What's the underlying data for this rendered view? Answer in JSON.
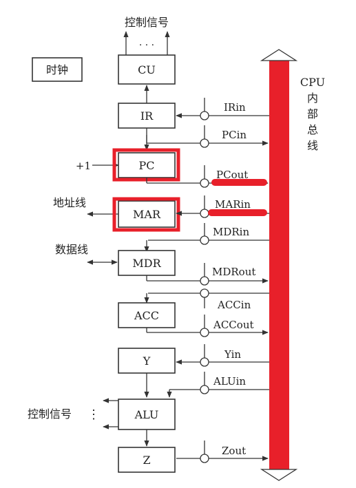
{
  "labels": {
    "ctrl_top": "控制信号",
    "ctrl_top_dots": "· · ·",
    "clock": "时钟",
    "plus_one": "+1",
    "addr_line": "地址线",
    "data_line": "数据线",
    "ctrl_left": "控制信号",
    "ctrl_left_dots": "⋮",
    "bus_title": "CPU",
    "bus_chars": [
      "内",
      "部",
      "总",
      "线"
    ]
  },
  "registers": {
    "cu": "CU",
    "ir": "IR",
    "pc": "PC",
    "mar": "MAR",
    "mdr": "MDR",
    "acc": "ACC",
    "y": "Y",
    "alu": "ALU",
    "z": "Z"
  },
  "signals": {
    "irin": "IRin",
    "pcin": "PCin",
    "pcout": "PCout",
    "marin": "MARin",
    "mdrin": "MDRin",
    "mdrout": "MDRout",
    "accin": "ACCin",
    "accout": "ACCout",
    "yin": "Yin",
    "aluin": "ALUin",
    "zout": "Zout"
  },
  "colors": {
    "bus": "#e8202a",
    "highlight": "#e8202a",
    "line": "#333333"
  }
}
